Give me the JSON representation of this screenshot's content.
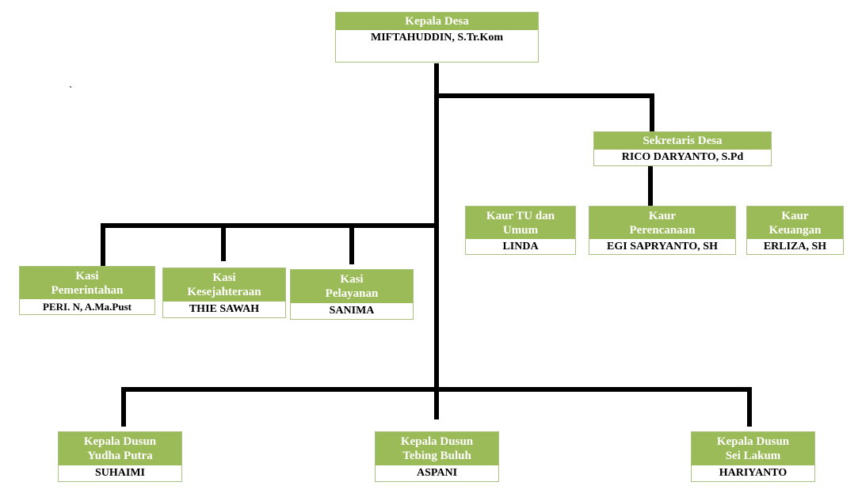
{
  "kepala_desa": {
    "title": [
      "Kepala Desa"
    ],
    "name": "MIFTAHUDDIN, S.Tr.Kom"
  },
  "sekretaris": {
    "title": [
      "Sekretaris Desa"
    ],
    "name": "RICO DARYANTO, S.Pd"
  },
  "kaur": [
    {
      "title": [
        "Kaur TU dan",
        "Umum"
      ],
      "name": "LINDA"
    },
    {
      "title": [
        "Kaur",
        "Perencanaan"
      ],
      "name": "EGI SAPRYANTO, SH"
    },
    {
      "title": [
        "Kaur",
        "Keuangan"
      ],
      "name": "ERLIZA, SH"
    }
  ],
  "kasi": [
    {
      "title": [
        "Kasi",
        "Pemerintahan"
      ],
      "name": "PERI. N, A.Ma.Pust"
    },
    {
      "title": [
        "Kasi",
        "Kesejahteraan"
      ],
      "name": "THIE SAWAH"
    },
    {
      "title": [
        "Kasi",
        "Pelayanan"
      ],
      "name": "SANIMA"
    }
  ],
  "dusun": [
    {
      "title": [
        "Kepala Dusun",
        "Yudha Putra"
      ],
      "name": "SUHAIMI"
    },
    {
      "title": [
        "Kepala Dusun",
        "Tebing Buluh"
      ],
      "name": "ASPANI"
    },
    {
      "title": [
        "Kepala Dusun",
        "Sei Lakum"
      ],
      "name": "HARIYANTO"
    }
  ],
  "stray_mark": "`",
  "colors": {
    "header_fill": "#9bbb59",
    "box_border": "#a9c181",
    "connector": "#000000"
  }
}
